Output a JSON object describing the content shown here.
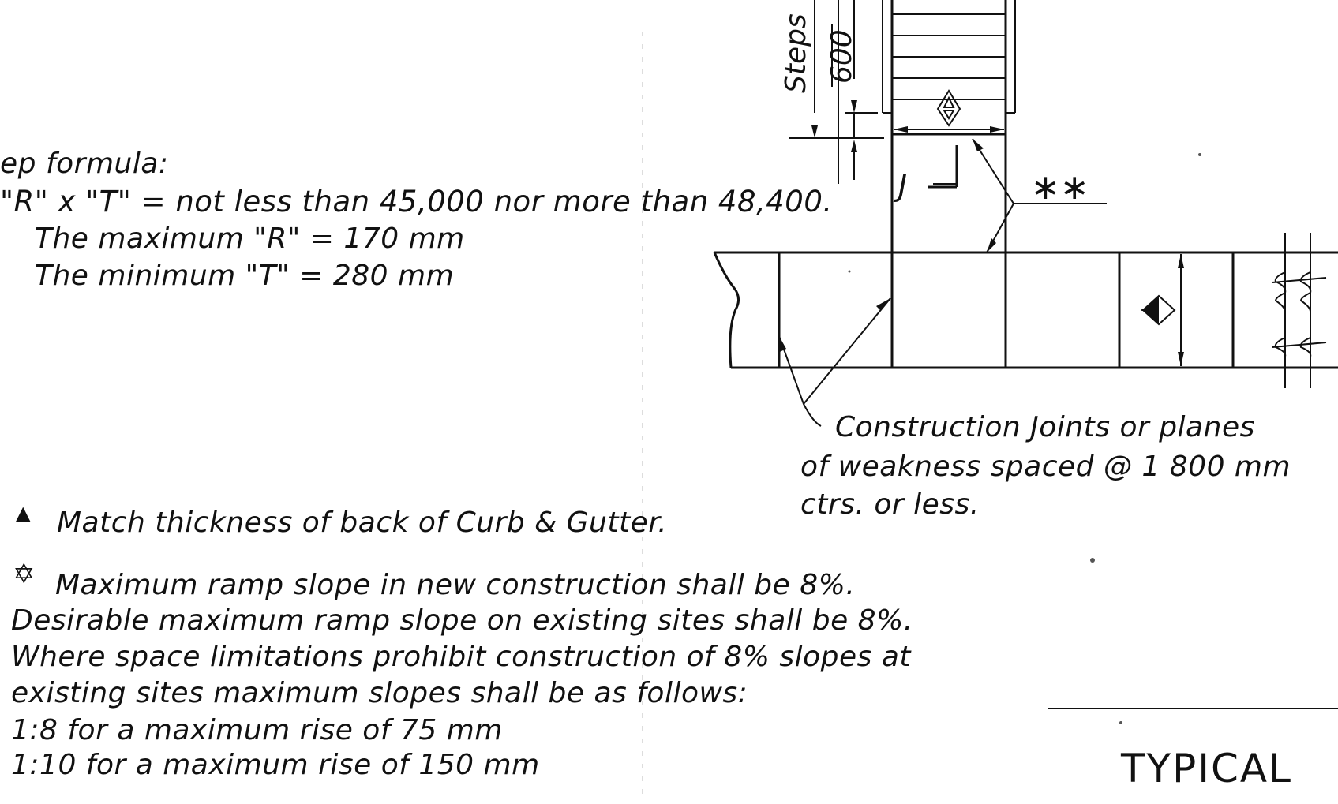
{
  "step_formula": {
    "heading": "ep formula:",
    "rule": "\"R\" x \"T\" = not less than 45,000 nor more than 48,400.",
    "max_r": "The maximum \"R\" = 170 mm",
    "min_t": "The minimum \"T\" = 280 mm"
  },
  "dimensions": {
    "steps_label": "Steps",
    "height_600": "600",
    "joint_label": "J",
    "double_star": "∗∗"
  },
  "callout_joints": {
    "line1": "Construction Joints or planes",
    "line2": "of weakness spaced @ 1 800 mm",
    "line3": "ctrs. or less."
  },
  "note_curb": {
    "symbol": "▲",
    "text": "Match thickness of back of Curb & Gutter."
  },
  "note_ramp": {
    "symbol": "✡",
    "line1": "Maximum ramp slope in new construction shall be 8%.",
    "line2": "Desirable maximum ramp slope on existing sites shall be 8%.",
    "line3": "Where space limitations prohibit construction of 8% slopes at",
    "line4": "existing sites maximum slopes shall be as follows:",
    "line5": "1:8 for a maximum rise of 75 mm",
    "line6": "1:10 for a maximum rise of 150 mm"
  },
  "title_block": {
    "title": "TYPICAL"
  }
}
